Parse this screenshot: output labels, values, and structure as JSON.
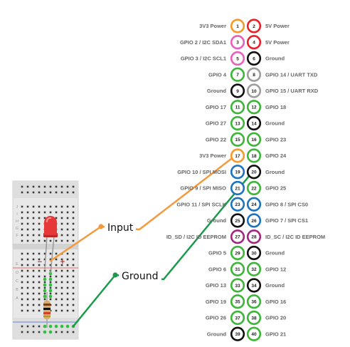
{
  "colors": {
    "power3v3": "#f39a28",
    "power5v": "#e8202a",
    "i2c": "#e75fbf",
    "ground": "#111111",
    "gpio": "#3cb538",
    "uart": "#9e9e9e",
    "spi": "#1e73be",
    "eeprom": "#a3267f",
    "input_wire": "#f39a3c",
    "ground_wire": "#1b9a4c",
    "board": "#e6e6e6",
    "led": "#e23b3b"
  },
  "pins": [
    {
      "num": "1",
      "label": "3V3 Power",
      "type": "power3v3"
    },
    {
      "num": "2",
      "label": "5V Power",
      "type": "power5v"
    },
    {
      "num": "3",
      "label": "GPIO 2 / I2C SDA1",
      "type": "i2c"
    },
    {
      "num": "4",
      "label": "5V Power",
      "type": "power5v"
    },
    {
      "num": "5",
      "label": "GPIO 3 / I2C SCL1",
      "type": "i2c"
    },
    {
      "num": "6",
      "label": "Ground",
      "type": "ground"
    },
    {
      "num": "7",
      "label": "GPIO 4",
      "type": "gpio"
    },
    {
      "num": "8",
      "label": "GPIO 14 / UART TXD",
      "type": "uart"
    },
    {
      "num": "9",
      "label": "Ground",
      "type": "ground"
    },
    {
      "num": "10",
      "label": "GPIO 15 / UART RXD",
      "type": "uart"
    },
    {
      "num": "11",
      "label": "GPIO 17",
      "type": "gpio"
    },
    {
      "num": "12",
      "label": "GPIO 18",
      "type": "gpio"
    },
    {
      "num": "13",
      "label": "GPIO 27",
      "type": "gpio"
    },
    {
      "num": "14",
      "label": "Ground",
      "type": "ground"
    },
    {
      "num": "15",
      "label": "GPIO 22",
      "type": "gpio"
    },
    {
      "num": "16",
      "label": "GPIO 23",
      "type": "gpio"
    },
    {
      "num": "17",
      "label": "3V3 Power",
      "type": "power3v3"
    },
    {
      "num": "18",
      "label": "GPIO 24",
      "type": "gpio"
    },
    {
      "num": "19",
      "label": "GPIO 10 / SPI MOSI",
      "type": "spi"
    },
    {
      "num": "20",
      "label": "Ground",
      "type": "ground"
    },
    {
      "num": "21",
      "label": "GPIO 9 / SPI MISO",
      "type": "spi"
    },
    {
      "num": "22",
      "label": "GPIO 25",
      "type": "gpio"
    },
    {
      "num": "23",
      "label": "GPIO 11 / SPI SCLK",
      "type": "spi"
    },
    {
      "num": "24",
      "label": "GPIO 8 / SPI CS0",
      "type": "spi"
    },
    {
      "num": "25",
      "label": "Ground",
      "type": "ground"
    },
    {
      "num": "26",
      "label": "GPIO 7 / SPI CS1",
      "type": "spi"
    },
    {
      "num": "27",
      "label": "ID_SD / I2C ID EEPROM",
      "type": "eeprom"
    },
    {
      "num": "28",
      "label": "ID_SC / I2C ID EEPROM",
      "type": "eeprom"
    },
    {
      "num": "29",
      "label": "GPIO 5",
      "type": "gpio"
    },
    {
      "num": "30",
      "label": "Ground",
      "type": "ground"
    },
    {
      "num": "31",
      "label": "GPIO 6",
      "type": "gpio"
    },
    {
      "num": "32",
      "label": "GPIO 12",
      "type": "gpio"
    },
    {
      "num": "33",
      "label": "GPIO 13",
      "type": "gpio"
    },
    {
      "num": "34",
      "label": "Ground",
      "type": "ground"
    },
    {
      "num": "35",
      "label": "GPIO 19",
      "type": "gpio"
    },
    {
      "num": "36",
      "label": "GPIO 16",
      "type": "gpio"
    },
    {
      "num": "37",
      "label": "GPIO 26",
      "type": "gpio"
    },
    {
      "num": "38",
      "label": "GPIO 20",
      "type": "gpio"
    },
    {
      "num": "39",
      "label": "Ground",
      "type": "ground"
    },
    {
      "num": "40",
      "label": "GPIO 21",
      "type": "gpio"
    }
  ],
  "wires": {
    "input_label": "Input",
    "ground_label": "Ground"
  },
  "breadboard": {
    "column_letters": [
      "J",
      "I",
      "H",
      "G",
      "F",
      "E",
      "D",
      "C",
      "B",
      "A"
    ],
    "minus_sign": "−",
    "plus_sign": "+"
  }
}
